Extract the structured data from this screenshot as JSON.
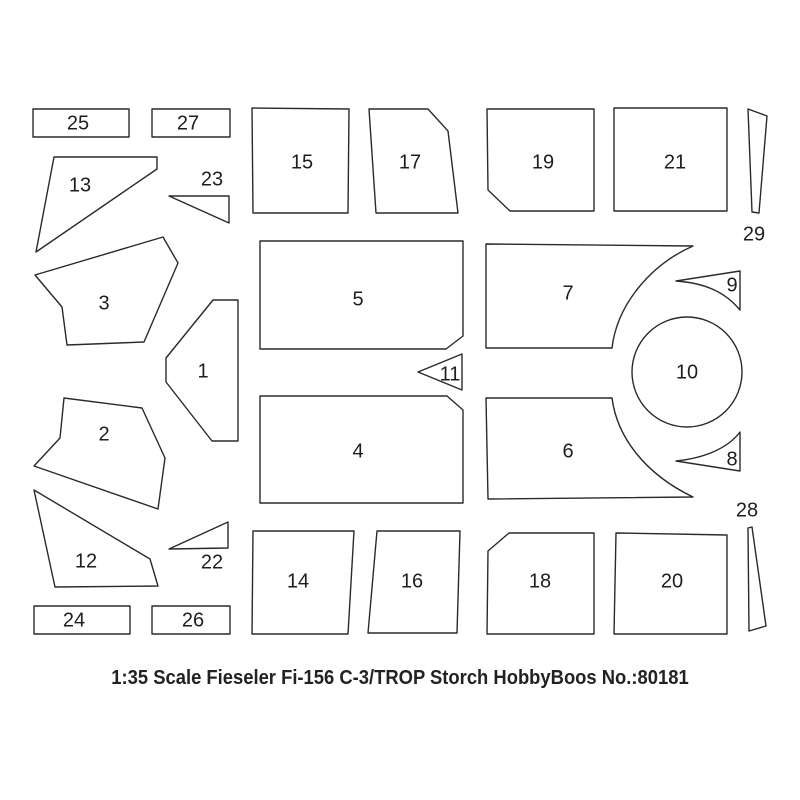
{
  "caption": "1:35 Scale Fieseler Fi-156 C-3/TROP Storch  HobbyBoos No.:80181",
  "colors": {
    "stroke": "#2a2a2a",
    "text": "#1e1e1e",
    "background": "#ffffff"
  },
  "masks": [
    {
      "id": "25",
      "label": "25"
    },
    {
      "id": "27",
      "label": "27"
    },
    {
      "id": "15",
      "label": "15"
    },
    {
      "id": "17",
      "label": "17"
    },
    {
      "id": "19",
      "label": "19"
    },
    {
      "id": "21",
      "label": "21"
    },
    {
      "id": "29",
      "label": "29"
    },
    {
      "id": "13",
      "label": "13"
    },
    {
      "id": "23",
      "label": "23"
    },
    {
      "id": "3",
      "label": "3"
    },
    {
      "id": "5",
      "label": "5"
    },
    {
      "id": "7",
      "label": "7"
    },
    {
      "id": "9",
      "label": "9"
    },
    {
      "id": "1",
      "label": "1"
    },
    {
      "id": "11",
      "label": "11"
    },
    {
      "id": "10",
      "label": "10"
    },
    {
      "id": "2",
      "label": "2"
    },
    {
      "id": "4",
      "label": "4"
    },
    {
      "id": "6",
      "label": "6"
    },
    {
      "id": "8",
      "label": "8"
    },
    {
      "id": "28",
      "label": "28"
    },
    {
      "id": "12",
      "label": "12"
    },
    {
      "id": "22",
      "label": "22"
    },
    {
      "id": "14",
      "label": "14"
    },
    {
      "id": "16",
      "label": "16"
    },
    {
      "id": "18",
      "label": "18"
    },
    {
      "id": "20",
      "label": "20"
    },
    {
      "id": "24",
      "label": "24"
    },
    {
      "id": "26",
      "label": "26"
    }
  ]
}
